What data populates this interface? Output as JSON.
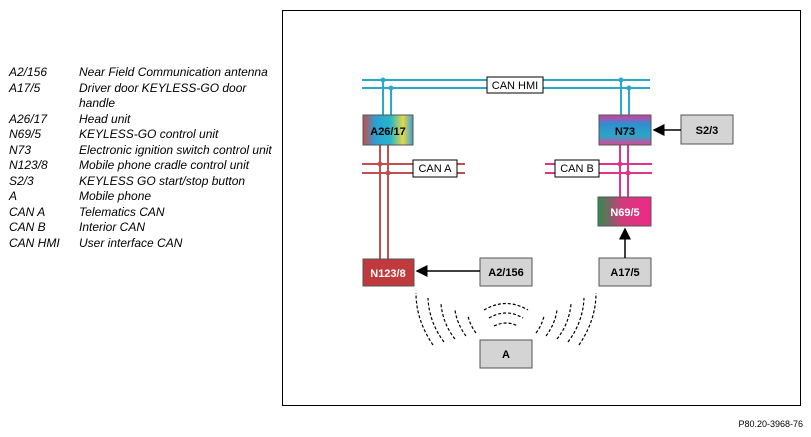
{
  "legend": [
    {
      "code": "A2/156",
      "desc": "Near Field Communication antenna"
    },
    {
      "code": "A17/5",
      "desc": "Driver door KEYLESS-GO door handle"
    },
    {
      "code": "A26/17",
      "desc": "Head unit"
    },
    {
      "code": "N69/5",
      "desc": "KEYLESS-GO control unit"
    },
    {
      "code": "N73",
      "desc": "Electronic ignition switch control unit"
    },
    {
      "code": "N123/8",
      "desc": "Mobile phone cradle control unit"
    },
    {
      "code": "S2/3",
      "desc": "KEYLESS GO start/stop button"
    },
    {
      "code": "A",
      "desc": "Mobile phone"
    },
    {
      "code": "CAN A",
      "desc": "Telematics CAN"
    },
    {
      "code": "CAN B",
      "desc": "Interior CAN"
    },
    {
      "code": "CAN HMI",
      "desc": "User interface CAN"
    }
  ],
  "diagram": {
    "buses": {
      "hmi": "CAN HMI",
      "a": "CAN A",
      "b": "CAN B"
    },
    "components": {
      "a26_17": "A26/17",
      "n73": "N73",
      "s2_3": "S2/3",
      "n69_5": "N69/5",
      "n123_8": "N123/8",
      "a2_156": "A2/156",
      "a17_5": "A17/5",
      "phone": "A"
    },
    "colors": {
      "can_hmi": "#29a9c8",
      "can_a": "#c0504d",
      "can_b": "#e0338a",
      "grey_box": "#d4d4d4"
    }
  },
  "figure_ref": "P80.20-3968-76"
}
